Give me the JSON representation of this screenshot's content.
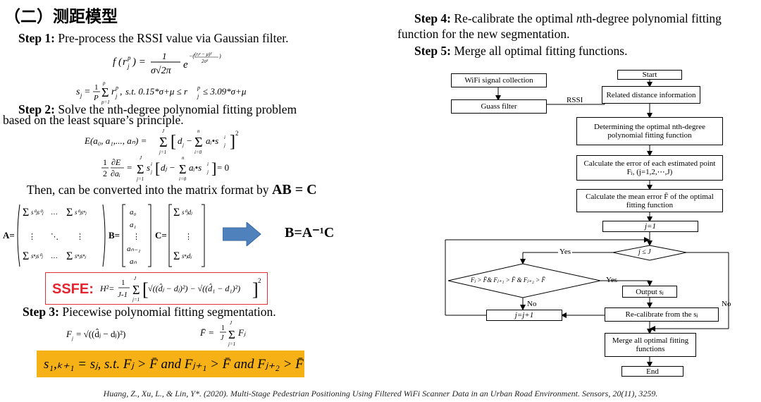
{
  "title": "（二）测距模型",
  "left": {
    "step1": {
      "label": "Step 1:",
      "text": " Pre-process the RSSI value via Gaussian filter."
    },
    "step2": {
      "label": "Step 2:",
      "text": " Solve the nth-degree polynomial fitting problem",
      "text2": "based on the least square’s principle."
    },
    "then_text": "Then, can be converted into the matrix format by ",
    "then_eq": "AB = C",
    "result_eq": "B=A⁻¹C",
    "ssfe_label": "SSFE:",
    "step3": {
      "label": "Step 3:",
      "text": " Piecewise polynomial fitting segmentation."
    },
    "formulas": {
      "gauss": "f(rⱼᵖ) = 1/(σ√2π) · e^(−(rⱼᵖ−μ)²/2σ²)",
      "sj": "sⱼ = (1/P) Σ rⱼᵖ ,  s.t. 0.15*σ+μ ≤ rⱼᵖ ≤ 3.09*σ+μ",
      "E": "E(a₀, a₁,…, aₙ) = Σ [ dⱼ − Σ aᵢ•sⱼⁱ ]²",
      "dE": "½ ∂E/∂aᵢ = Σ sⱼⁱ [ dⱼ − Σ aᵢ•sⱼⁱ ] = 0",
      "H": "H² = 1/(J-1) Σ [ √((d̂ⱼ − dⱼ)²) − √((d̂₁ − d₁)²) ]²",
      "Fj": "Fⱼ = √((d̂ⱼ − dⱼ)²)",
      "Fbar": "F̄ = (1/J) Σ Fⱼ",
      "seg": "s₁,ₖ₊₁ = sⱼ, s.t. Fⱼ > F̄ and Fⱼ₊₁ > F̄ and Fⱼ₊₂ > F̄"
    },
    "matrix": {
      "A": "A=",
      "B": "B=",
      "C": "C=",
      "Bentries": [
        "a₀",
        "a₁",
        "⋮",
        "aₙ₋₁",
        "aₙ"
      ]
    }
  },
  "right": {
    "step4": {
      "label": "Step 4:",
      "text": " Re-calibrate the optimal ",
      "nth": "n",
      "text2": "th-degree polynomial fitting",
      "line2": "function for the new segmentation."
    },
    "step5": {
      "label": "Step 5:",
      "text": " Merge all optimal fitting functions."
    },
    "flow": {
      "wifi": "WiFi signal collection",
      "filter": "Guass filter",
      "rssi": "RSSI",
      "start": "Start",
      "related": "Related distance information",
      "determine": "Determining the optimal nth-degree polynomial fitting function",
      "calc_error": "Calculate the error of each estimated point Fⱼ, (j=1,2,⋯,J)",
      "calc_mean": "Calculate the mean error F̄ of the optimal fitting function",
      "j1": "j=1",
      "cond1": "j ≤ J",
      "yes1": "Yes",
      "cond2": "Fⱼ > F̄& Fⱼ₊₁ > F̄ & Fⱼ₊₂ > F̄",
      "yes2": "Yes",
      "no2": "No",
      "no1": "No",
      "output": "Output sⱼ",
      "jinc": "j=j+1",
      "recal": "Re-calibrate from the sⱼ",
      "merge": "Merge all optimal fitting functions",
      "end": "End"
    }
  },
  "citation": "Huang, Z., Xu, L., & Lin, Y*. (2020). Multi-Stage Pedestrian Positioning Using Filtered WiFi Scanner Data in an Urban Road Environment. Sensors, 20(11), 3259.",
  "colors": {
    "ssfe_red": "#e4252f",
    "highlight": "#f6b117",
    "arrow": "#4f81bd"
  }
}
